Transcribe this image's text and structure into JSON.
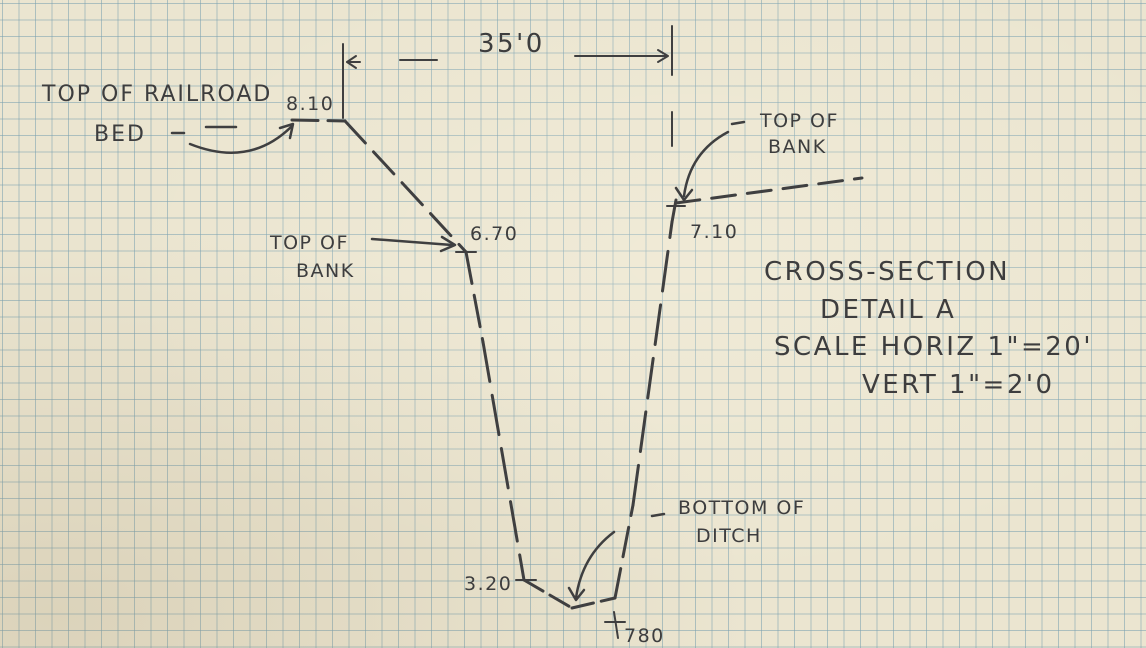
{
  "labels": {
    "dimension": "35'0",
    "top_of_railroad_bed_line1": "TOP OF RAILROAD",
    "top_of_railroad_bed_line2": "BED",
    "top_of_bank_left_line1": "TOP OF",
    "top_of_bank_left_line2": "BANK",
    "top_of_bank_right_line1": "TOP OF",
    "top_of_bank_right_line2": "BANK",
    "bottom_of_ditch_line1": "BOTTOM OF",
    "bottom_of_ditch_line2": "DITCH"
  },
  "elevations": {
    "railroad_bed": "8.10",
    "left_bank": "6.70",
    "right_bank": "7.10",
    "ditch_left_toe": "3.20",
    "ditch_bottom": "780"
  },
  "title_block": {
    "line1": "CROSS-SECTION",
    "line2": "DETAIL A",
    "line3": "SCALE HORIZ 1\"=20'",
    "line4": "VERT 1\"=2'0"
  }
}
